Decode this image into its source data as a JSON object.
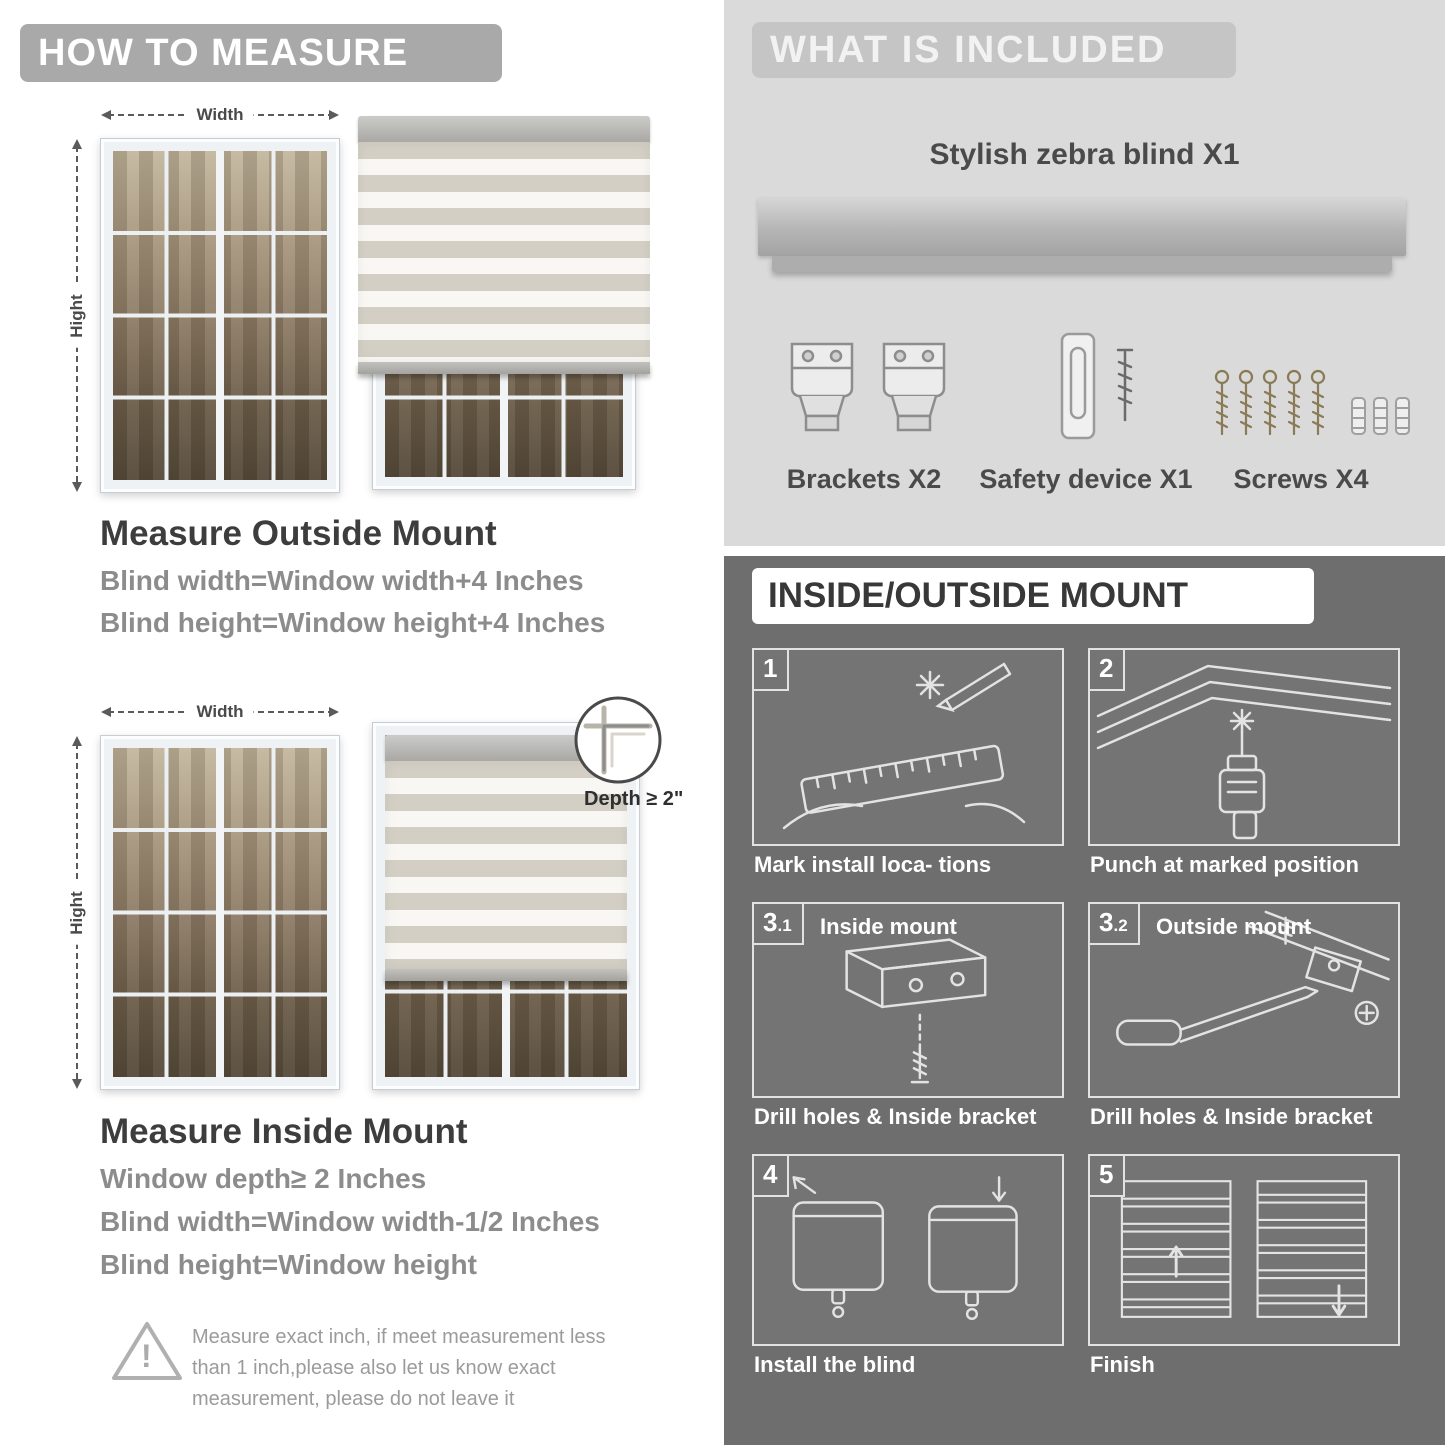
{
  "colors": {
    "banner_gray": "#a9a9a9",
    "included_bg": "#dadada",
    "mount_bg": "#6e6e6e",
    "heading_dark": "#3d3d3d",
    "text_gray": "#8c8c8c"
  },
  "measure": {
    "banner": "HOW TO MEASURE",
    "labels": {
      "width": "Width",
      "height": "Hight"
    },
    "outside": {
      "heading": "Measure Outside Mount",
      "lines": [
        "Blind width=Window width+4 Inches",
        "Blind height=Window height+4 Inches"
      ]
    },
    "inside": {
      "depth_note": "Depth ≥ 2\"",
      "heading": "Measure Inside Mount",
      "lines": [
        "Window depth≥ 2 Inches",
        "Blind width=Window width-1/2 Inches",
        "Blind height=Window height"
      ]
    },
    "note": {
      "mark": "!",
      "text": "Measure exact inch, if meet measurement less than 1 inch,please also let us know exact measurement, please do not leave it"
    }
  },
  "included": {
    "banner": "WHAT IS INCLUDED",
    "product_label": "Stylish zebra blind X1",
    "items": [
      {
        "label": "Brackets X2"
      },
      {
        "label": "Safety device X1"
      },
      {
        "label": "Screws X4"
      }
    ]
  },
  "mount": {
    "banner": "INSIDE/OUTSIDE MOUNT",
    "steps": [
      {
        "num": "1",
        "caption": "Mark install loca- tions"
      },
      {
        "num": "2",
        "caption": "Punch at  marked position"
      },
      {
        "num": "3",
        "sub": ".1",
        "title": "Inside mount",
        "caption": "Drill holes &  Inside bracket"
      },
      {
        "num": "3",
        "sub": ".2",
        "title": "Outside mount",
        "caption": "Drill holes &  Inside bracket"
      },
      {
        "num": "4",
        "caption": "Install the blind"
      },
      {
        "num": "5",
        "caption": "Finish"
      }
    ]
  }
}
